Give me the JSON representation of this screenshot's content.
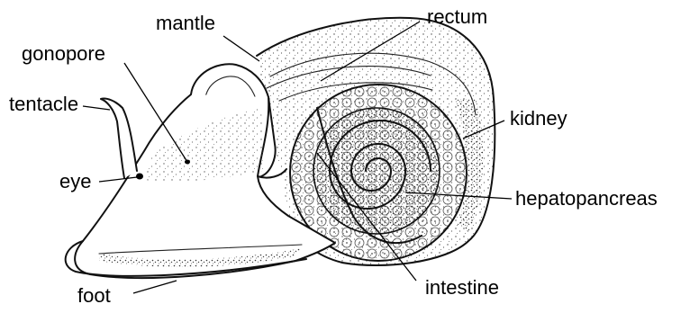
{
  "diagram": {
    "labels": {
      "mantle": "mantle",
      "rectum": "rectum",
      "gonopore": "gonopore",
      "tentacle": "tentacle",
      "eye": "eye",
      "kidney": "kidney",
      "hepatopancreas": "hepatopancreas",
      "intestine": "intestine",
      "foot": "foot"
    }
  }
}
